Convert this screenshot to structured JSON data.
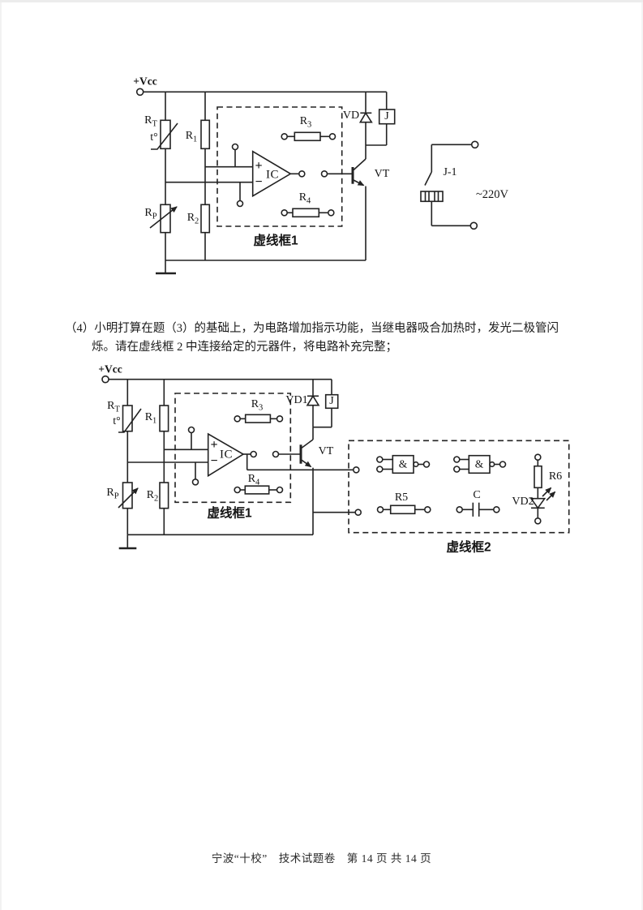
{
  "question": {
    "line1": "（4）小明打算在题（3）的基础上，为电路增加指示功能，当继电器吸合加热时，发光二极管闪",
    "line2": "烁。请在虚线框 2 中连接给定的元器件，将电路补充完整；"
  },
  "footer": {
    "text": "宁波“十校”　技术试题卷　第 14 页 共 14 页"
  },
  "colors": {
    "line": "#222222",
    "text": "#161616",
    "background": "#ffffff"
  },
  "circuit1": {
    "vcc": "+Vcc",
    "thermistor": {
      "main": "R",
      "sub": "T"
    },
    "temp": "t°",
    "r1": {
      "main": "R",
      "sub": "1"
    },
    "rp": {
      "main": "R",
      "sub": "P"
    },
    "r2": {
      "main": "R",
      "sub": "2"
    },
    "r3": {
      "main": "R",
      "sub": "3"
    },
    "r4": {
      "main": "R",
      "sub": "4"
    },
    "opamp_plus": "+",
    "opamp_minus": "−",
    "opamp": "IC",
    "diode": "VD",
    "relay": "J",
    "transistor": "VT",
    "relay_contact": "J-1",
    "mains": "~220V",
    "box1_label": "虚线框1"
  },
  "circuit2": {
    "vcc": "+Vcc",
    "thermistor": {
      "main": "R",
      "sub": "T"
    },
    "temp": "t°",
    "r1": {
      "main": "R",
      "sub": "1"
    },
    "rp": {
      "main": "R",
      "sub": "P"
    },
    "r2": {
      "main": "R",
      "sub": "2"
    },
    "r3": {
      "main": "R",
      "sub": "3"
    },
    "r4": {
      "main": "R",
      "sub": "4"
    },
    "opamp_plus": "+",
    "opamp_minus": "−",
    "opamp": "IC",
    "diode": "VD1",
    "relay": "J",
    "transistor": "VT",
    "box1_label": "虚线框1",
    "box2_label": "虚线框2",
    "gate1": "&",
    "gate2": "&",
    "r5": "R5",
    "cap": "C",
    "r6": "R6",
    "led": "VD2"
  }
}
